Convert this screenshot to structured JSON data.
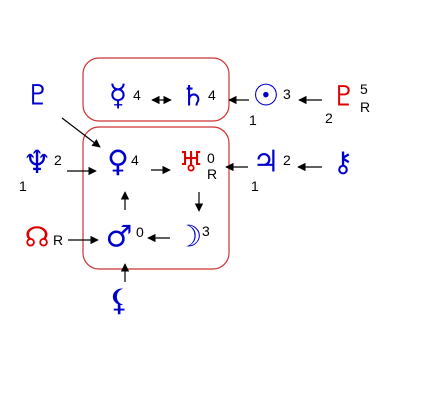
{
  "colors": {
    "blue": "#0000cc",
    "red": "#dd0000",
    "box": "#cc3333",
    "arrow": "#000000",
    "label": "#000000"
  },
  "planets": [
    {
      "id": "pluto",
      "name": "pluto-icon",
      "glyph": "♇",
      "color": "blue",
      "labels": []
    },
    {
      "id": "mercury",
      "name": "mercury-icon",
      "glyph": "☿",
      "color": "blue",
      "labels": [
        "4"
      ]
    },
    {
      "id": "saturn",
      "name": "saturn-icon",
      "glyph": "♄",
      "color": "blue",
      "labels": [
        "4"
      ]
    },
    {
      "id": "sun",
      "name": "sun-icon",
      "glyph": "☉",
      "color": "blue",
      "labels": [
        "3",
        "1"
      ]
    },
    {
      "id": "pluto-alt",
      "name": "pluto-alt-icon",
      "glyph": "♇",
      "color": "red",
      "labels": [
        "5",
        "R",
        "2"
      ]
    },
    {
      "id": "neptune",
      "name": "neptune-icon",
      "glyph": "♆",
      "color": "blue",
      "labels": [
        "2",
        "1"
      ]
    },
    {
      "id": "venus",
      "name": "venus-icon",
      "glyph": "♀",
      "color": "blue",
      "labels": [
        "4"
      ]
    },
    {
      "id": "uranus",
      "name": "uranus-icon",
      "glyph": "♅",
      "color": "red",
      "labels": [
        "0",
        "R"
      ]
    },
    {
      "id": "jupiter",
      "name": "jupiter-icon",
      "glyph": "♃",
      "color": "blue",
      "labels": [
        "2",
        "1"
      ]
    },
    {
      "id": "chiron",
      "name": "chiron-icon",
      "glyph": "⚷",
      "color": "blue",
      "labels": []
    },
    {
      "id": "node",
      "name": "north-node-icon",
      "glyph": "☊",
      "color": "red",
      "labels": [
        "R"
      ]
    },
    {
      "id": "mars",
      "name": "mars-icon",
      "glyph": "♂",
      "color": "blue",
      "labels": [
        "0"
      ]
    },
    {
      "id": "moon",
      "name": "moon-icon",
      "glyph": "☽",
      "color": "blue",
      "labels": [
        "3"
      ]
    },
    {
      "id": "lilith",
      "name": "black-moon-lilith-icon",
      "glyph": "⚸",
      "color": "blue",
      "labels": []
    }
  ],
  "arrows": [
    {
      "from": "mercury",
      "to": "saturn",
      "type": "double"
    },
    {
      "from": "sun",
      "to": "saturn",
      "type": "single"
    },
    {
      "from": "pluto-alt",
      "to": "sun",
      "type": "single"
    },
    {
      "from": "pluto",
      "to": "venus",
      "type": "single"
    },
    {
      "from": "neptune",
      "to": "venus",
      "type": "single"
    },
    {
      "from": "venus",
      "to": "uranus",
      "type": "single"
    },
    {
      "from": "jupiter",
      "to": "uranus",
      "type": "single"
    },
    {
      "from": "chiron",
      "to": "jupiter",
      "type": "single"
    },
    {
      "from": "uranus",
      "to": "moon",
      "type": "single"
    },
    {
      "from": "moon",
      "to": "mars",
      "type": "single"
    },
    {
      "from": "mars",
      "to": "venus",
      "type": "single"
    },
    {
      "from": "node",
      "to": "mars",
      "type": "single"
    },
    {
      "from": "lilith",
      "to": "mars",
      "type": "single"
    }
  ],
  "groups": [
    {
      "name": "group-box-top",
      "members": [
        "mercury",
        "saturn"
      ]
    },
    {
      "name": "group-box-main",
      "members": [
        "venus",
        "uranus",
        "mars",
        "moon"
      ]
    }
  ]
}
